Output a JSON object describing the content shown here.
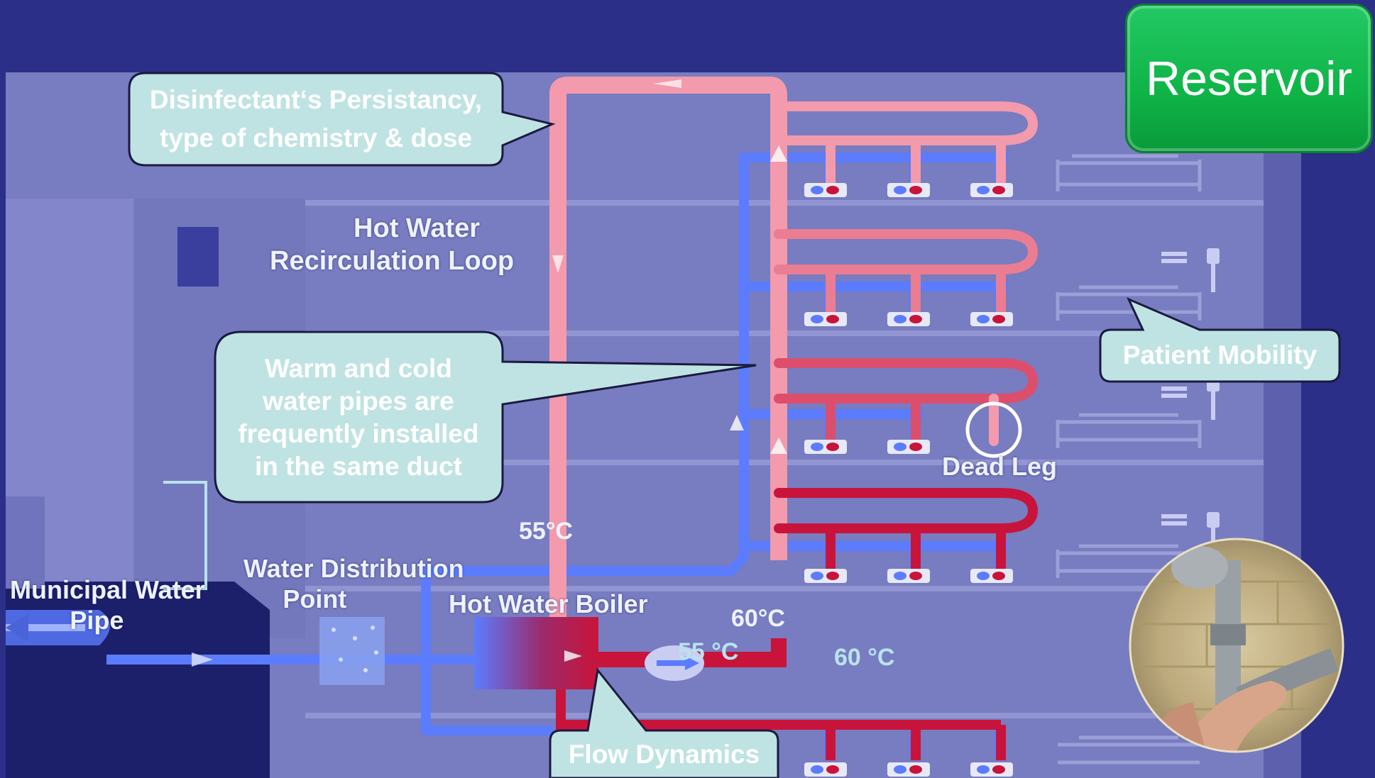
{
  "labels": {
    "hot_water_loop_line1": "Hot Water",
    "hot_water_loop_line2": "Recirculation Loop",
    "municipal_line1": "Municipal Water",
    "municipal_line2": "Pipe",
    "distribution_line1": "Water Distribution",
    "distribution_line2": "Point",
    "boiler": "Hot Water Boiler",
    "dead_leg": "Dead Leg"
  },
  "temperatures": {
    "return_top": "55°C",
    "supply": "60°C",
    "mixing": "55 °C",
    "outlet": "60 °C"
  },
  "callouts": {
    "disinfectant_line1": "Disinfectant‘s Persistancy,",
    "disinfectant_line2": "type of chemistry & dose",
    "duct_line1": "Warm and cold",
    "duct_line2": "water pipes are",
    "duct_line3": "frequently installed",
    "duct_line4": "in the same duct",
    "patient_mobility": "Patient Mobility",
    "flow_dynamics": "Flow Dynamics"
  },
  "reservoir_button": "Reservoir",
  "colors": {
    "background": "#2b2f88",
    "hot_pipe": "#c8143a",
    "warm_pipe": "#f39aac",
    "cold_pipe": "#5b7cff",
    "callout_fill": "#bfe3e2",
    "reservoir": "#12b84a"
  },
  "icons": [
    "flow-arrow-icon",
    "hospital-bed-icon",
    "iv-stand-icon",
    "faucet-icon",
    "drain-pipe-photo"
  ]
}
